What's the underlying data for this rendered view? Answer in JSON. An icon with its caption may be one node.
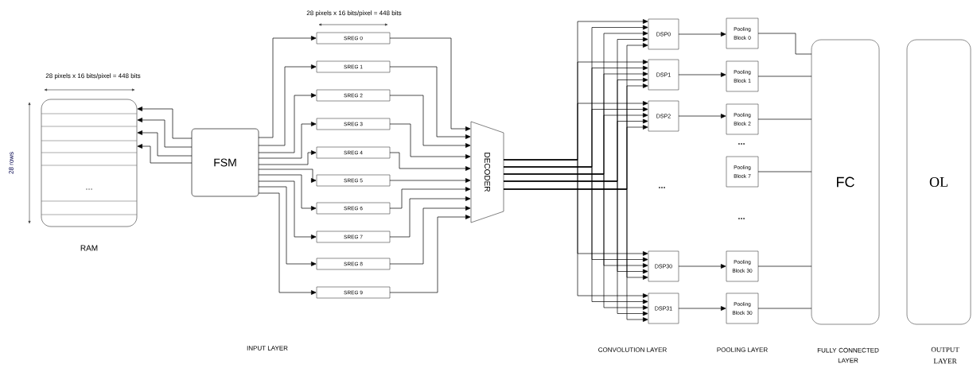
{
  "diagram": {
    "nodes": [
      {
        "text": [
          "RAM"
        ]
      },
      {
        "text": [
          "FSM"
        ]
      },
      {
        "text": [
          "SREG 0"
        ]
      },
      {
        "text": [
          "SREG 1"
        ]
      },
      {
        "text": [
          "SREG 2"
        ]
      },
      {
        "text": [
          "SREG 3"
        ]
      },
      {
        "text": [
          "SREG 4"
        ]
      },
      {
        "text": [
          "SREG 5"
        ]
      },
      {
        "text": [
          "SREG 6"
        ]
      },
      {
        "text": [
          "SREG 7"
        ]
      },
      {
        "text": [
          "SREG 8"
        ]
      },
      {
        "text": [
          "SREG 9"
        ]
      },
      {
        "text": [
          "DECODER"
        ]
      },
      {
        "text": [
          "DSP0"
        ]
      },
      {
        "text": [
          "DSP1"
        ]
      },
      {
        "text": [
          "DSP2"
        ]
      },
      {
        "text": [
          "DSP30"
        ]
      },
      {
        "text": [
          "DSP31"
        ]
      },
      {
        "text": [
          "Pooling Block 0"
        ]
      },
      {
        "text": [
          "Pooling Block 1"
        ]
      },
      {
        "text": [
          "Pooling Block 2"
        ]
      },
      {
        "text": [
          "Pooling Block 7"
        ]
      },
      {
        "text": [
          "Pooling Block 30"
        ]
      },
      {
        "text": [
          "Pooling Block 30"
        ]
      },
      {
        "text": [
          "FC"
        ]
      },
      {
        "text": [
          "OL"
        ]
      }
    ],
    "edges": [
      {
        "from": 1,
        "to": 0,
        "arrow": "to"
      },
      {
        "from": 1,
        "to": 0,
        "arrow": "to"
      },
      {
        "from": 1,
        "to": 0,
        "arrow": "to"
      },
      {
        "from": 1,
        "to": 0,
        "arrow": "to"
      },
      {
        "from": 1,
        "to": 2,
        "arrow": "to"
      },
      {
        "from": 1,
        "to": 3,
        "arrow": "to"
      },
      {
        "from": 1,
        "to": 4,
        "arrow": "to"
      },
      {
        "from": 1,
        "to": 5,
        "arrow": "to"
      },
      {
        "from": 1,
        "to": 6,
        "arrow": "to"
      },
      {
        "from": 1,
        "to": 7,
        "arrow": "to"
      },
      {
        "from": 1,
        "to": 8,
        "arrow": "to"
      },
      {
        "from": 1,
        "to": 9,
        "arrow": "to"
      },
      {
        "from": 1,
        "to": 10,
        "arrow": "to"
      },
      {
        "from": 1,
        "to": 11,
        "arrow": "to"
      },
      {
        "from": 2,
        "to": 12,
        "arrow": "to"
      },
      {
        "from": 3,
        "to": 12,
        "arrow": "to"
      },
      {
        "from": 4,
        "to": 12,
        "arrow": "to"
      },
      {
        "from": 5,
        "to": 12,
        "arrow": "to"
      },
      {
        "from": 6,
        "to": 12,
        "arrow": "to"
      },
      {
        "from": 7,
        "to": 12,
        "arrow": "to"
      },
      {
        "from": 8,
        "to": 12,
        "arrow": "to"
      },
      {
        "from": 9,
        "to": 12,
        "arrow": "to"
      },
      {
        "from": 10,
        "to": 12,
        "arrow": "to"
      },
      {
        "from": 11,
        "to": 12,
        "arrow": "to"
      },
      {
        "from": 12,
        "to": 13,
        "arrow": "to"
      },
      {
        "from": 12,
        "to": 13,
        "arrow": "to"
      },
      {
        "from": 12,
        "to": 13,
        "arrow": "to"
      },
      {
        "from": 12,
        "to": 13,
        "arrow": "to"
      },
      {
        "from": 12,
        "to": 13,
        "arrow": "to"
      },
      {
        "from": 12,
        "to": 14,
        "arrow": "to"
      },
      {
        "from": 12,
        "to": 14,
        "arrow": "to"
      },
      {
        "from": 12,
        "to": 14,
        "arrow": "to"
      },
      {
        "from": 12,
        "to": 14,
        "arrow": "to"
      },
      {
        "from": 12,
        "to": 14,
        "arrow": "to"
      },
      {
        "from": 12,
        "to": 15,
        "arrow": "to"
      },
      {
        "from": 12,
        "to": 15,
        "arrow": "to"
      },
      {
        "from": 12,
        "to": 15,
        "arrow": "to"
      },
      {
        "from": 12,
        "to": 15,
        "arrow": "to"
      },
      {
        "from": 12,
        "to": 15,
        "arrow": "to"
      },
      {
        "from": 12,
        "to": 16,
        "arrow": "to"
      },
      {
        "from": 12,
        "to": 16,
        "arrow": "to"
      },
      {
        "from": 12,
        "to": 16,
        "arrow": "to"
      },
      {
        "from": 12,
        "to": 16,
        "arrow": "to"
      },
      {
        "from": 12,
        "to": 16,
        "arrow": "to"
      },
      {
        "from": 12,
        "to": 17,
        "arrow": "to"
      },
      {
        "from": 12,
        "to": 17,
        "arrow": "to"
      },
      {
        "from": 12,
        "to": 17,
        "arrow": "to"
      },
      {
        "from": 12,
        "to": 17,
        "arrow": "to"
      },
      {
        "from": 12,
        "to": 17,
        "arrow": "to"
      },
      {
        "from": 13,
        "to": 18,
        "arrow": "to"
      },
      {
        "from": 14,
        "to": 19,
        "arrow": "to"
      },
      {
        "from": 15,
        "to": 20,
        "arrow": "to"
      },
      {
        "from": 16,
        "to": 22,
        "arrow": "to"
      },
      {
        "from": 17,
        "to": 23,
        "arrow": "to"
      },
      {
        "from": 18,
        "to": 24,
        "arrow": "none"
      },
      {
        "from": 19,
        "to": 24,
        "arrow": "none"
      },
      {
        "from": 20,
        "to": 24,
        "arrow": "none"
      },
      {
        "from": 21,
        "to": 24,
        "arrow": "none"
      },
      {
        "from": 22,
        "to": 24,
        "arrow": "none"
      },
      {
        "from": 23,
        "to": 24,
        "arrow": "none"
      }
    ],
    "labels": [
      "28 pixels x 16 bits/pixel = 448 bits",
      "28 pixels x 16 bits/pixel = 448 bits",
      "28 rows",
      "...",
      "...",
      "...",
      "...",
      "INPUT LAYER",
      "CONVOLUTION LAYER",
      "POOLING LAYER",
      "FULLY CONNECTED LAYER",
      "OUTPUT LAYER"
    ]
  }
}
